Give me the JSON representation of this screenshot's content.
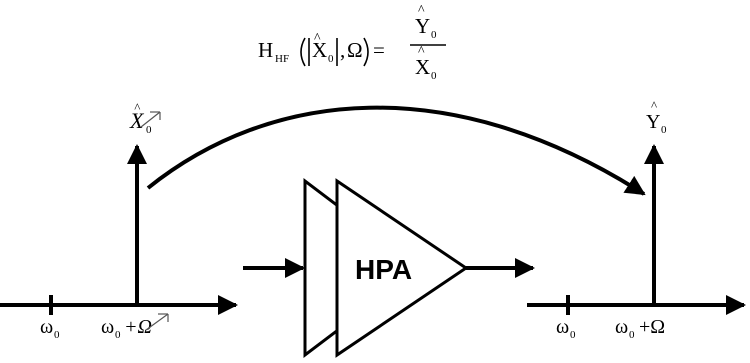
{
  "formula": {
    "function_name": "H",
    "function_subscript": "HF",
    "input_symbol": "X",
    "input_subscript": "0",
    "omega": "Ω",
    "equals": "=",
    "numerator_symbol": "Y",
    "numerator_subscript": "0",
    "denominator_symbol": "X",
    "denominator_subscript": "0",
    "hat": "^"
  },
  "input_spectrum": {
    "arrow_label_symbol": "X",
    "arrow_label_subscript": "0",
    "tick_label_left_symbol": "ω",
    "tick_label_left_subscript": "0",
    "tick_label_right_symbol": "ω",
    "tick_label_right_subscript": "0",
    "tick_label_right_suffix": "+Ω"
  },
  "amplifier": {
    "label": "HPA"
  },
  "output_spectrum": {
    "arrow_label_symbol": "Y",
    "arrow_label_subscript": "0",
    "tick_label_left_symbol": "ω",
    "tick_label_left_subscript": "0",
    "tick_label_right_symbol": "ω",
    "tick_label_right_subscript": "0",
    "tick_label_right_suffix": "+Ω"
  }
}
